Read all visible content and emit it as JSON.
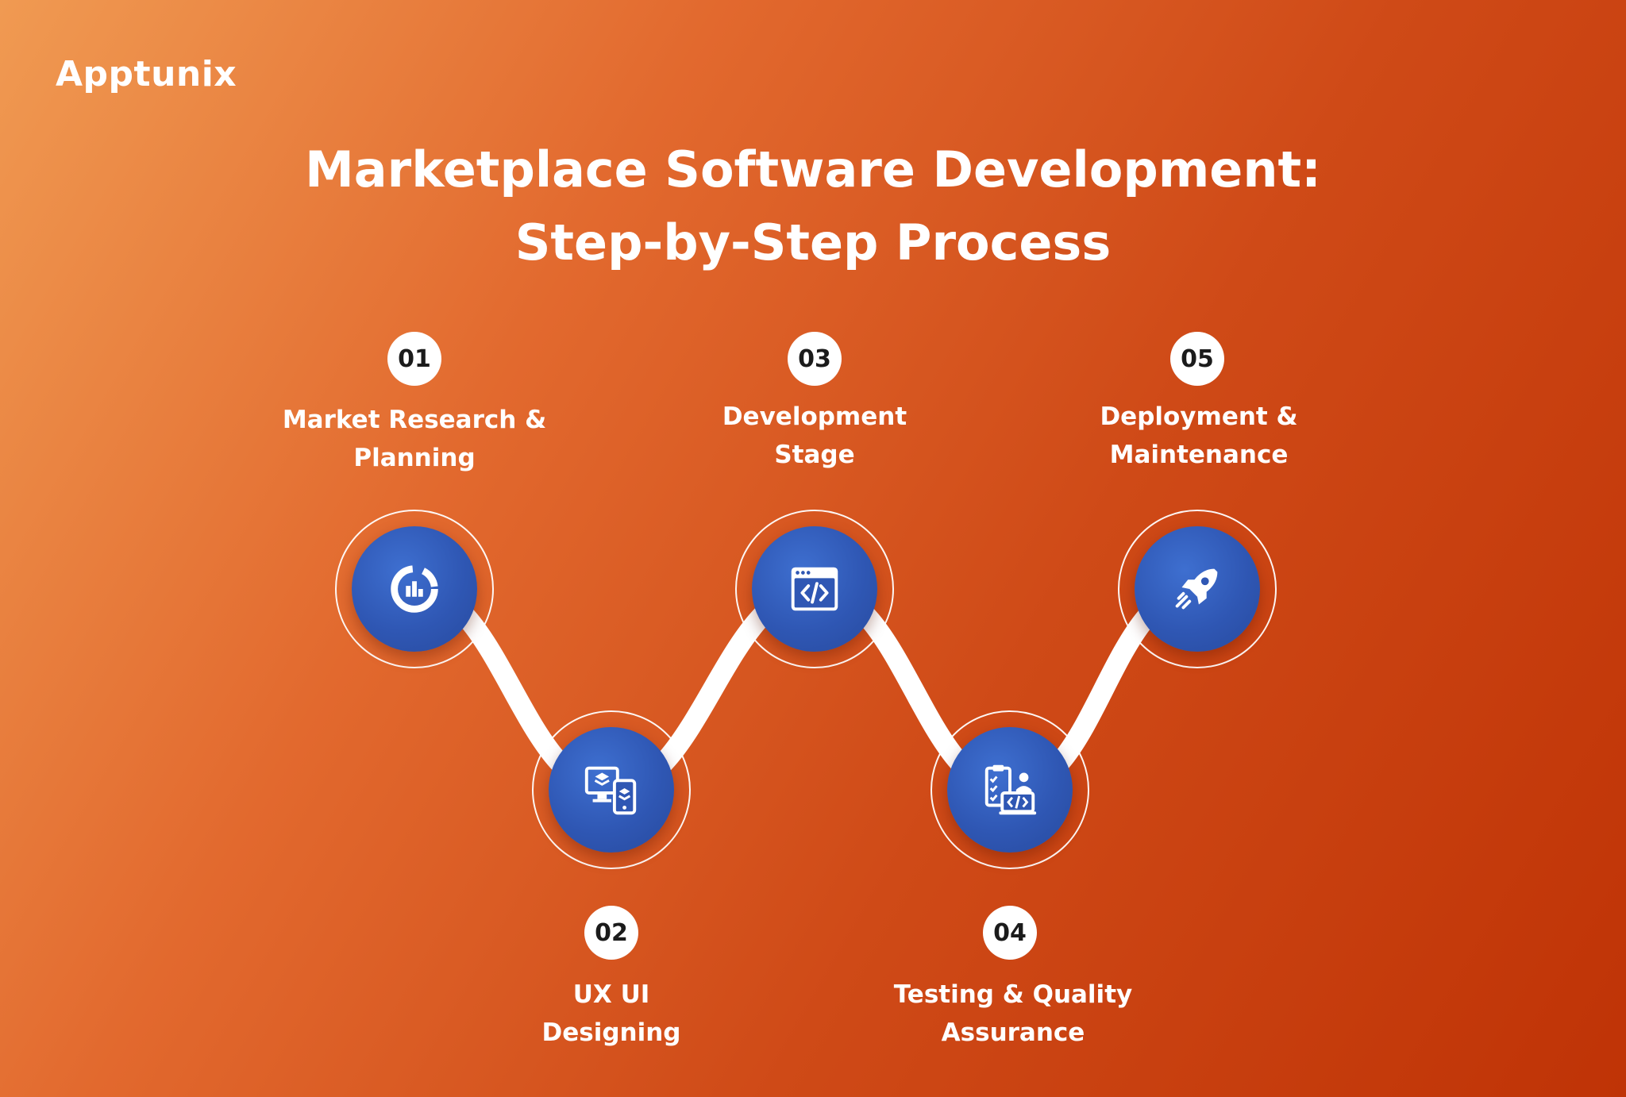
{
  "brand": {
    "logo_text": "Apptunix"
  },
  "title": {
    "line1": "Marketplace Software Development:",
    "line2": "Step-by-Step Process"
  },
  "steps": [
    {
      "number": "01",
      "label_line1": "Market Research &",
      "label_line2": "Planning",
      "icon": "analytics-chart-icon"
    },
    {
      "number": "02",
      "label_line1": "UX UI",
      "label_line2": "Designing",
      "icon": "devices-design-icon"
    },
    {
      "number": "03",
      "label_line1": "Development",
      "label_line2": "Stage",
      "icon": "code-window-icon"
    },
    {
      "number": "04",
      "label_line1": "Testing & Quality",
      "label_line2": "Assurance",
      "icon": "testing-checklist-icon"
    },
    {
      "number": "05",
      "label_line1": "Deployment &",
      "label_line2": "Maintenance",
      "icon": "rocket-icon"
    }
  ],
  "colors": {
    "background_start": "#f09a52",
    "background_end": "#bf3306",
    "node_blue": "#2f57b4",
    "path_white": "#ffffff"
  }
}
